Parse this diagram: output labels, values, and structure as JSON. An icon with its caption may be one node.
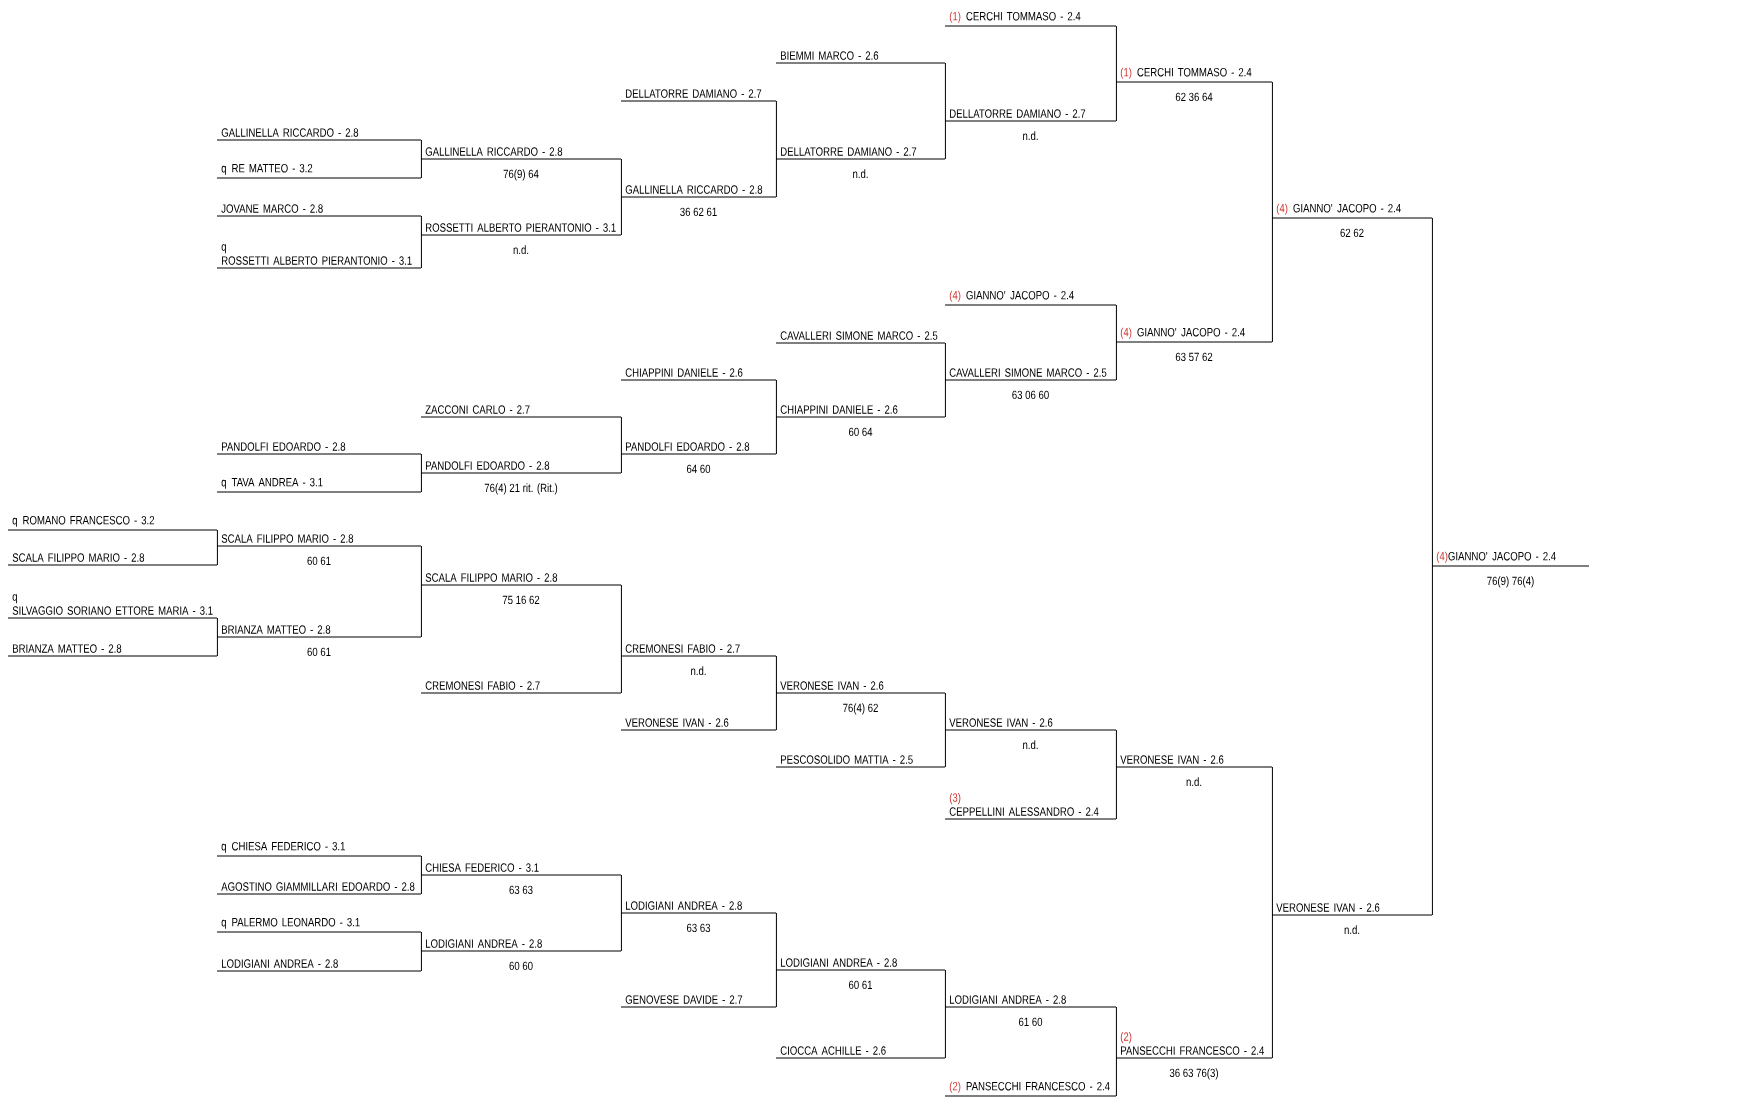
{
  "diagram": {
    "nodes": [
      {
        "text": [
          "(1)",
          "CERCHI TOMMASO - 2.4"
        ]
      },
      {
        "text": [
          "BIEMMI MARCO - 2.6"
        ]
      },
      {
        "text": [
          "(1)",
          "CERCHI TOMMASO - 2.4"
        ],
        "beside": [
          "62 36 64"
        ]
      },
      {
        "text": [
          "DELLATORRE DAMIANO - 2.7"
        ]
      },
      {
        "text": [
          "DELLATORRE DAMIANO - 2.7"
        ],
        "beside": [
          "n.d."
        ]
      },
      {
        "text": [
          "GALLINELLA RICCARDO - 2.8"
        ]
      },
      {
        "text": [
          "GALLINELLA RICCARDO - 2.8"
        ],
        "beside": [
          "76(9) 64"
        ]
      },
      {
        "text": [
          "DELLATORRE DAMIANO - 2.7"
        ],
        "beside": [
          "n.d."
        ]
      },
      {
        "text": [
          "q",
          "RE MATTEO - 3.2"
        ]
      },
      {
        "text": [
          "GALLINELLA RICCARDO - 2.8"
        ],
        "beside": [
          "36 62 61"
        ]
      },
      {
        "text": [
          "JOVANE MARCO - 2.8"
        ]
      },
      {
        "text": [
          "(4)",
          "GIANNO' JACOPO - 2.4"
        ],
        "beside": [
          "62 62"
        ]
      },
      {
        "text": [
          "ROSSETTI ALBERTO PIERANTONIO - 3.1"
        ],
        "beside": [
          "n.d."
        ]
      },
      {
        "text": [
          "q",
          "ROSSETTI ALBERTO PIERANTONIO - 3.1"
        ]
      },
      {
        "text": [
          "(4)",
          "GIANNO' JACOPO - 2.4"
        ]
      },
      {
        "text": [
          "(4)",
          "GIANNO' JACOPO - 2.4"
        ],
        "beside": [
          "63 57 62"
        ]
      },
      {
        "text": [
          "CAVALLERI SIMONE MARCO - 2.5"
        ]
      },
      {
        "text": [
          "CHIAPPINI DANIELE - 2.6"
        ]
      },
      {
        "text": [
          "CAVALLERI SIMONE MARCO - 2.5"
        ],
        "beside": [
          "63 06 60"
        ]
      },
      {
        "text": [
          "ZACCONI CARLO - 2.7"
        ]
      },
      {
        "text": [
          "CHIAPPINI DANIELE - 2.6"
        ],
        "beside": [
          "60 64"
        ]
      },
      {
        "text": [
          "PANDOLFI EDOARDO - 2.8"
        ]
      },
      {
        "text": [
          "PANDOLFI EDOARDO - 2.8"
        ],
        "beside": [
          "64 60"
        ]
      },
      {
        "text": [
          "PANDOLFI EDOARDO - 2.8"
        ],
        "beside": [
          "76(4) 21 rit. (Rit.)"
        ]
      },
      {
        "text": [
          "q",
          "TAVA ANDREA - 3.1"
        ]
      },
      {
        "text": [
          "q",
          "ROMANO FRANCESCO - 3.2"
        ]
      },
      {
        "text": [
          "SCALA FILIPPO MARIO - 2.8"
        ],
        "beside": [
          "60 61"
        ]
      },
      {
        "text": [
          "SCALA FILIPPO MARIO - 2.8"
        ]
      },
      {
        "text": [
          "(4)",
          "GIANNO' JACOPO - 2.4"
        ],
        "beside": [
          "76(9) 76(4)"
        ]
      },
      {
        "text": [
          "SCALA FILIPPO MARIO - 2.8"
        ],
        "beside": [
          "75 16 62"
        ]
      },
      {
        "text": [
          "q",
          "SILVAGGIO SORIANO ETTORE MARIA - 3.1"
        ]
      },
      {
        "text": [
          "BRIANZA MATTEO - 2.8"
        ],
        "beside": [
          "60 61"
        ]
      },
      {
        "text": [
          "BRIANZA MATTEO - 2.8"
        ]
      },
      {
        "text": [
          "CREMONESI FABIO - 2.7"
        ],
        "beside": [
          "n.d."
        ]
      },
      {
        "text": [
          "CREMONESI FABIO - 2.7"
        ]
      },
      {
        "text": [
          "VERONESE IVAN - 2.6"
        ],
        "beside": [
          "76(4) 62"
        ]
      },
      {
        "text": [
          "VERONESE IVAN - 2.6"
        ]
      },
      {
        "text": [
          "VERONESE IVAN - 2.6"
        ],
        "beside": [
          "n.d."
        ]
      },
      {
        "text": [
          "PESCOSOLIDO MATTIA - 2.5"
        ]
      },
      {
        "text": [
          "VERONESE IVAN - 2.6"
        ],
        "beside": [
          "n.d."
        ]
      },
      {
        "text": [
          "(3)",
          "CEPPELLINI ALESSANDRO - 2.4"
        ]
      },
      {
        "text": [
          "q",
          "CHIESA FEDERICO - 3.1"
        ]
      },
      {
        "text": [
          "CHIESA FEDERICO - 3.1"
        ],
        "beside": [
          "63 63"
        ]
      },
      {
        "text": [
          "AGOSTINO GIAMMILLARI EDOARDO - 2.8"
        ]
      },
      {
        "text": [
          "LODIGIANI ANDREA - 2.8"
        ],
        "beside": [
          "63 63"
        ]
      },
      {
        "text": [
          "VERONESE IVAN - 2.6"
        ],
        "beside": [
          "n.d."
        ]
      },
      {
        "text": [
          "q",
          "PALERMO LEONARDO - 3.1"
        ]
      },
      {
        "text": [
          "LODIGIANI ANDREA - 2.8"
        ],
        "beside": [
          "60 60"
        ]
      },
      {
        "text": [
          "LODIGIANI ANDREA - 2.8"
        ],
        "beside": [
          "60 61"
        ]
      },
      {
        "text": [
          "LODIGIANI ANDREA - 2.8"
        ]
      },
      {
        "text": [
          "GENOVESE DAVIDE - 2.7"
        ]
      },
      {
        "text": [
          "LODIGIANI ANDREA - 2.8"
        ],
        "beside": [
          "61 60"
        ]
      },
      {
        "text": [
          "(2)",
          "PANSECCHI FRANCESCO - 2.4"
        ],
        "beside": [
          "36 63 76(3)"
        ]
      },
      {
        "text": [
          "CIOCCA ACHILLE - 2.6"
        ]
      },
      {
        "text": [
          "(2)",
          "PANSECCHI FRANCESCO - 2.4"
        ]
      }
    ],
    "edges": [
      {
        "from": 5,
        "to": 6,
        "arrow": "none"
      },
      {
        "from": 8,
        "to": 6,
        "arrow": "none"
      },
      {
        "from": 10,
        "to": 12,
        "arrow": "none"
      },
      {
        "from": 13,
        "to": 12,
        "arrow": "none"
      },
      {
        "from": 6,
        "to": 9,
        "arrow": "none"
      },
      {
        "from": 12,
        "to": 9,
        "arrow": "none"
      },
      {
        "from": 3,
        "to": 7,
        "arrow": "none"
      },
      {
        "from": 9,
        "to": 7,
        "arrow": "none"
      },
      {
        "from": 1,
        "to": 4,
        "arrow": "none"
      },
      {
        "from": 7,
        "to": 4,
        "arrow": "none"
      },
      {
        "from": 0,
        "to": 2,
        "arrow": "none"
      },
      {
        "from": 4,
        "to": 2,
        "arrow": "none"
      },
      {
        "from": 21,
        "to": 23,
        "arrow": "none"
      },
      {
        "from": 24,
        "to": 23,
        "arrow": "none"
      },
      {
        "from": 19,
        "to": 22,
        "arrow": "none"
      },
      {
        "from": 23,
        "to": 22,
        "arrow": "none"
      },
      {
        "from": 17,
        "to": 20,
        "arrow": "none"
      },
      {
        "from": 22,
        "to": 20,
        "arrow": "none"
      },
      {
        "from": 16,
        "to": 18,
        "arrow": "none"
      },
      {
        "from": 20,
        "to": 18,
        "arrow": "none"
      },
      {
        "from": 14,
        "to": 15,
        "arrow": "none"
      },
      {
        "from": 18,
        "to": 15,
        "arrow": "none"
      },
      {
        "from": 2,
        "to": 11,
        "arrow": "none"
      },
      {
        "from": 15,
        "to": 11,
        "arrow": "none"
      },
      {
        "from": 25,
        "to": 26,
        "arrow": "none"
      },
      {
        "from": 27,
        "to": 26,
        "arrow": "none"
      },
      {
        "from": 30,
        "to": 31,
        "arrow": "none"
      },
      {
        "from": 32,
        "to": 31,
        "arrow": "none"
      },
      {
        "from": 26,
        "to": 29,
        "arrow": "none"
      },
      {
        "from": 31,
        "to": 29,
        "arrow": "none"
      },
      {
        "from": 29,
        "to": 33,
        "arrow": "none"
      },
      {
        "from": 34,
        "to": 33,
        "arrow": "none"
      },
      {
        "from": 33,
        "to": 35,
        "arrow": "none"
      },
      {
        "from": 36,
        "to": 35,
        "arrow": "none"
      },
      {
        "from": 35,
        "to": 37,
        "arrow": "none"
      },
      {
        "from": 38,
        "to": 37,
        "arrow": "none"
      },
      {
        "from": 37,
        "to": 39,
        "arrow": "none"
      },
      {
        "from": 40,
        "to": 39,
        "arrow": "none"
      },
      {
        "from": 41,
        "to": 42,
        "arrow": "none"
      },
      {
        "from": 43,
        "to": 42,
        "arrow": "none"
      },
      {
        "from": 46,
        "to": 47,
        "arrow": "none"
      },
      {
        "from": 49,
        "to": 47,
        "arrow": "none"
      },
      {
        "from": 42,
        "to": 44,
        "arrow": "none"
      },
      {
        "from": 47,
        "to": 44,
        "arrow": "none"
      },
      {
        "from": 44,
        "to": 48,
        "arrow": "none"
      },
      {
        "from": 50,
        "to": 48,
        "arrow": "none"
      },
      {
        "from": 48,
        "to": 51,
        "arrow": "none"
      },
      {
        "from": 53,
        "to": 51,
        "arrow": "none"
      },
      {
        "from": 51,
        "to": 52,
        "arrow": "none"
      },
      {
        "from": 54,
        "to": 52,
        "arrow": "none"
      },
      {
        "from": 39,
        "to": 45,
        "arrow": "none"
      },
      {
        "from": 52,
        "to": 45,
        "arrow": "none"
      },
      {
        "from": 11,
        "to": 28,
        "arrow": "none"
      },
      {
        "from": 45,
        "to": 28,
        "arrow": "none"
      }
    ]
  }
}
